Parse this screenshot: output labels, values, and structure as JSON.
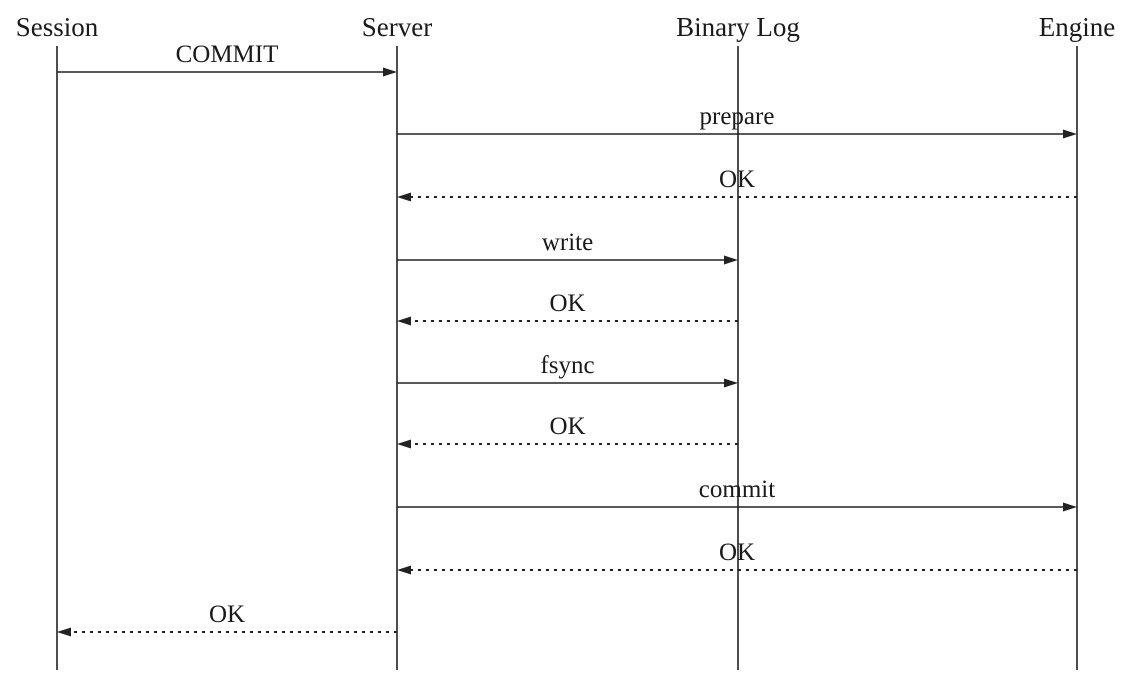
{
  "participants": [
    {
      "id": "session",
      "label": "Session"
    },
    {
      "id": "server",
      "label": "Server"
    },
    {
      "id": "binlog",
      "label": "Binary Log"
    },
    {
      "id": "engine",
      "label": "Engine"
    }
  ],
  "messages": [
    {
      "from": "session",
      "to": "server",
      "label": "COMMIT",
      "style": "solid"
    },
    {
      "from": "server",
      "to": "engine",
      "label": "prepare",
      "style": "solid"
    },
    {
      "from": "engine",
      "to": "server",
      "label": "OK",
      "style": "dotted"
    },
    {
      "from": "server",
      "to": "binlog",
      "label": "write",
      "style": "solid"
    },
    {
      "from": "binlog",
      "to": "server",
      "label": "OK",
      "style": "dotted"
    },
    {
      "from": "server",
      "to": "binlog",
      "label": "fsync",
      "style": "solid"
    },
    {
      "from": "binlog",
      "to": "server",
      "label": "OK",
      "style": "dotted"
    },
    {
      "from": "server",
      "to": "engine",
      "label": "commit",
      "style": "solid"
    },
    {
      "from": "engine",
      "to": "server",
      "label": "OK",
      "style": "dotted"
    },
    {
      "from": "server",
      "to": "session",
      "label": "OK",
      "style": "dotted"
    }
  ]
}
